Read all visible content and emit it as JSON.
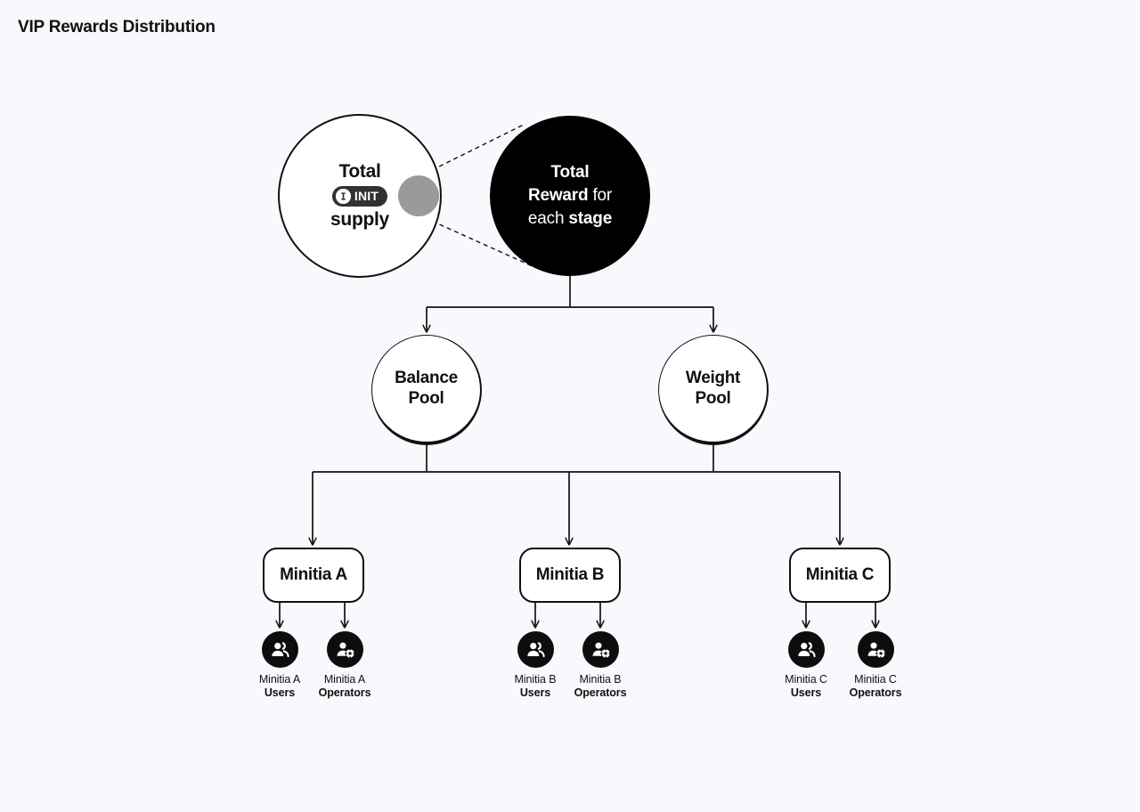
{
  "page": {
    "title": "VIP Rewards Distribution",
    "background_color": "#f8f9fc",
    "ink_color": "#111111",
    "accent_black": "#000000",
    "highlight_gray": "#9a9a9a"
  },
  "nodes": {
    "total_supply": {
      "line1": "Total",
      "badge_label": "INIT",
      "badge_icon": "init-logo-icon",
      "line2": "supply"
    },
    "total_reward": {
      "segment1": "Total",
      "segment2": "Reward",
      "segment3": "for",
      "segment4": "each",
      "segment5": "stage",
      "full_text": "Total Reward for each stage"
    },
    "pools": [
      {
        "id": "balance",
        "line1": "Balance",
        "line2": "Pool"
      },
      {
        "id": "weight",
        "line1": "Weight",
        "line2": "Pool"
      }
    ],
    "minitias": [
      {
        "id": "a",
        "label": "Minitia A"
      },
      {
        "id": "b",
        "label": "Minitia B"
      },
      {
        "id": "c",
        "label": "Minitia C"
      }
    ],
    "roles": [
      {
        "id": "a-users",
        "owner": "Minitia A",
        "role": "Users",
        "icon": "users-group-icon"
      },
      {
        "id": "a-operators",
        "owner": "Minitia A",
        "role": "Operators",
        "icon": "user-gear-icon"
      },
      {
        "id": "b-users",
        "owner": "Minitia B",
        "role": "Users",
        "icon": "users-group-icon"
      },
      {
        "id": "b-operators",
        "owner": "Minitia B",
        "role": "Operators",
        "icon": "user-gear-icon"
      },
      {
        "id": "c-users",
        "owner": "Minitia C",
        "role": "Users",
        "icon": "users-group-icon"
      },
      {
        "id": "c-operators",
        "owner": "Minitia C",
        "role": "Operators",
        "icon": "user-gear-icon"
      }
    ]
  }
}
